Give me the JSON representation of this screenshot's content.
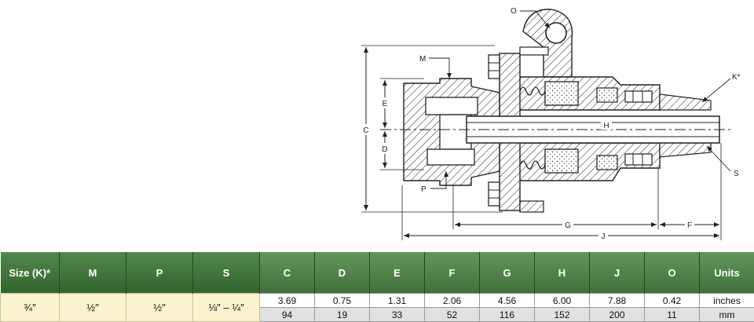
{
  "drawing": {
    "labels": {
      "O": "O",
      "M": "M",
      "K": "K*",
      "E": "E",
      "C": "C",
      "D": "D",
      "H": "H",
      "S": "S",
      "P": "P",
      "G": "G",
      "F": "F",
      "J": "J"
    }
  },
  "table": {
    "headers": [
      "Size (K)*",
      "M",
      "P",
      "S",
      "C",
      "D",
      "E",
      "F",
      "G",
      "H",
      "J",
      "O",
      "Units"
    ],
    "size_row": [
      "¾″",
      "½″",
      "½″",
      "⅛″ – ¼″"
    ],
    "inches": [
      "3.69",
      "0.75",
      "1.31",
      "2.06",
      "4.56",
      "6.00",
      "7.88",
      "0.42",
      "inches"
    ],
    "mm": [
      "94",
      "19",
      "33",
      "52",
      "116",
      "152",
      "200",
      "11",
      "mm"
    ]
  },
  "colors": {
    "header_green": "#3d7a38",
    "size_cell_cream": "#fbf3cf",
    "mm_row_gray": "#e1e1e1"
  }
}
